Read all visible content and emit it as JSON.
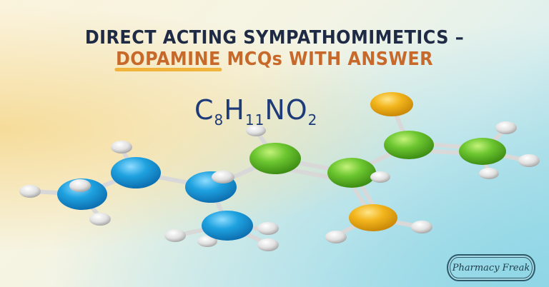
{
  "title": {
    "line1": "DIRECT ACTING SYMPATHOMIMETICS –",
    "line2_highlight": "DOPAMINE",
    "line2_rest": " MCQs WITH ANSWER"
  },
  "formula": {
    "c": "C",
    "c_sub": "8",
    "h": "H",
    "h_sub": "11",
    "n": "N",
    "o": "O",
    "o_sub": "2"
  },
  "logo": {
    "text": "Pharmacy Freak"
  },
  "colors": {
    "title_dark": "#1f2a44",
    "title_accent": "#c8692c",
    "highlight": "#f0b43c",
    "formula": "#1d3b78",
    "atom_blue": "#1fa2e0",
    "atom_green": "#6cc630",
    "atom_yellow": "#f2b51c",
    "atom_white": "#e4e4e4"
  }
}
